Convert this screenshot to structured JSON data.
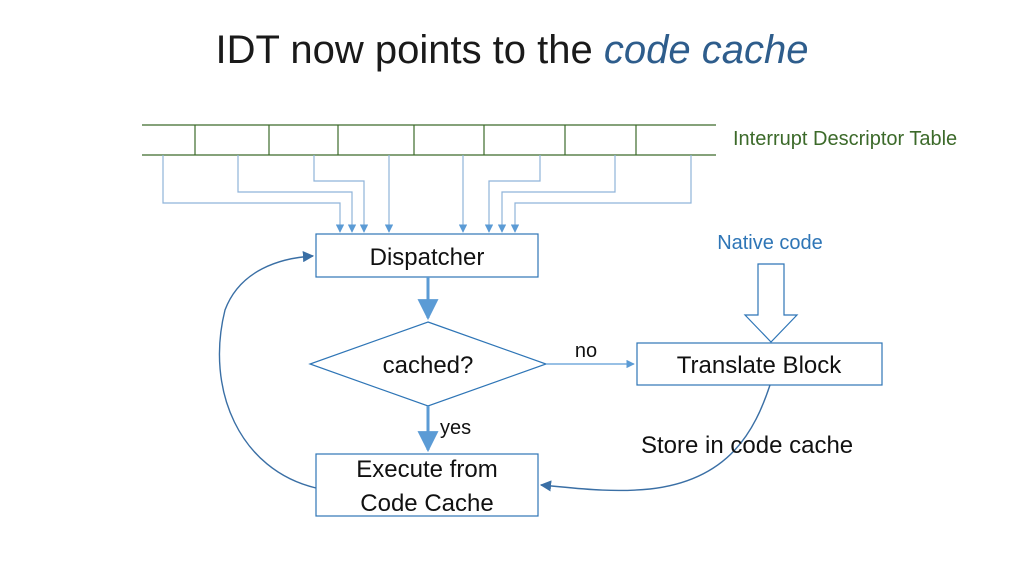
{
  "title": {
    "prefix": "IDT now points to the",
    "emphasis": "code cache"
  },
  "idt": {
    "label": "Interrupt Descriptor Table"
  },
  "native_code": {
    "label": "Native code"
  },
  "nodes": {
    "dispatcher": "Dispatcher",
    "cached": "cached?",
    "translate": "Translate Block",
    "execute_line1": "Execute from",
    "execute_line2": "Code Cache"
  },
  "edges": {
    "no": "no",
    "yes": "yes",
    "store": "Store in code cache"
  },
  "colors": {
    "box_stroke": "#2e75b6",
    "arrow": "#5b9bd5",
    "idt_stroke": "#3c6a2a",
    "idt_text": "#3c6a2a",
    "native_text": "#2e75b6",
    "title_emphasis": "#2e5d8c"
  }
}
